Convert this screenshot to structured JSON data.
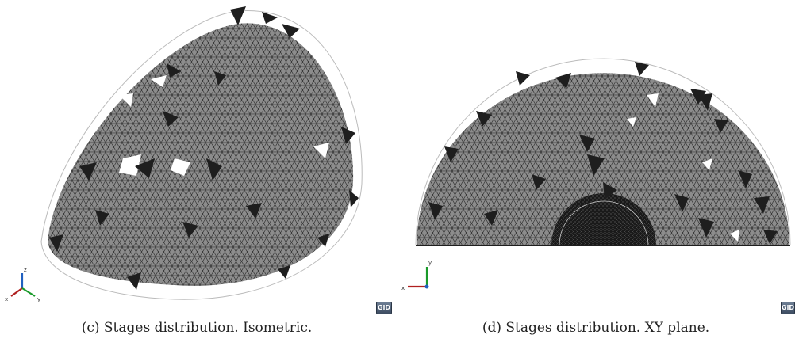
{
  "panels": [
    {
      "caption": "(c) Stages distribution. Isometric.",
      "logo_text": "GiD",
      "axes": {
        "x": "x",
        "y": "y",
        "z": "z"
      }
    },
    {
      "caption": "(d) Stages distribution. XY plane.",
      "logo_text": "GiD",
      "axes": {
        "x": "x",
        "y": "y"
      }
    }
  ],
  "colors": {
    "mesh_fill": "#8c8c8c",
    "mesh_edge": "#2a2a2a",
    "dark_element": "#1e1e1e",
    "x_axis": "#b02020",
    "y_axis": "#1a9a2a",
    "z_axis": "#2060c0"
  }
}
